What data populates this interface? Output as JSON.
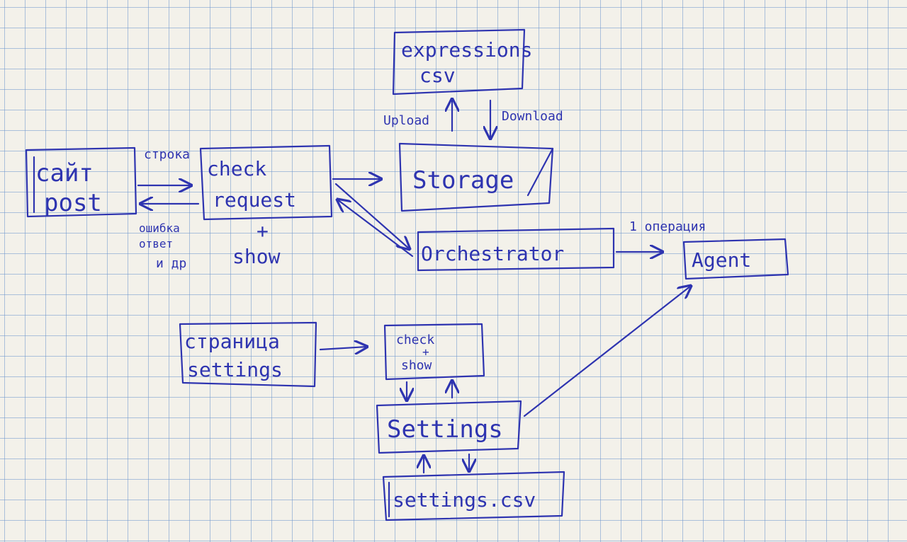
{
  "nodes": {
    "site": {
      "line1": "сайт",
      "line2": "post"
    },
    "check_request": {
      "line1": "check",
      "line2": "request",
      "sub_plus": "+",
      "sub_show": "show"
    },
    "expressions": {
      "line1": "expressions",
      "line2": "csv"
    },
    "storage": {
      "label": "Storage"
    },
    "orchestrator": {
      "label": "Orchestrator"
    },
    "agent": {
      "label": "Agent"
    },
    "settings_page": {
      "line1": "страница",
      "line2": "settings"
    },
    "check_show": {
      "line1": "check",
      "plus": "+",
      "line2": "show"
    },
    "settings": {
      "label": "Settings"
    },
    "settings_csv": {
      "label": "settings.csv"
    }
  },
  "edges": {
    "site_to_check": "строка",
    "check_to_site_line1": "ошибка",
    "check_to_site_line2": "ответ",
    "check_to_site_line3": "и др",
    "upload": "Upload",
    "download": "Download",
    "orchestrator_to_agent": "1 операция"
  },
  "colors": {
    "ink": "#2e34b0",
    "paper": "#f3f1ea",
    "grid": "#6e96cd"
  }
}
